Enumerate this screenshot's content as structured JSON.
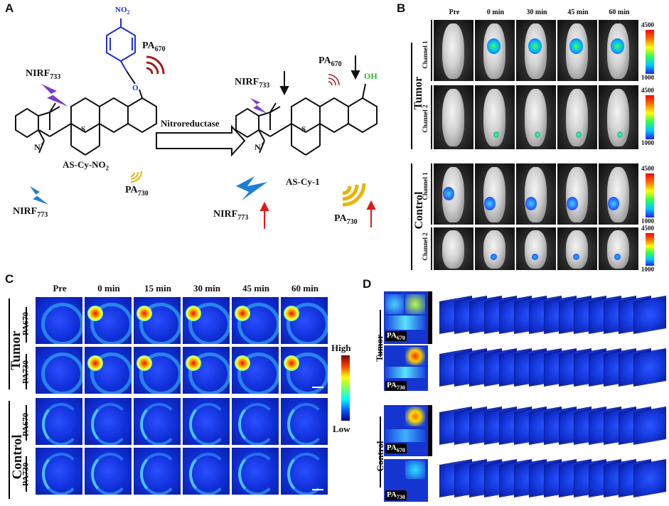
{
  "panels": {
    "a": "A",
    "b": "B",
    "c": "C",
    "d": "D"
  },
  "panel_a": {
    "substituent_top": "NO",
    "substituent_sub": "2",
    "pa670_left_main": "PA",
    "pa670_left_sub": "670",
    "nirf733_left_main": "NIRF",
    "nirf733_left_sub": "733",
    "compound_left": "AS-Cy-NO",
    "compound_left_sub": "2",
    "pa730_left_main": "PA",
    "pa730_left_sub": "730",
    "nirf773_left_main": "NIRF",
    "nirf773_left_sub": "773",
    "arrow_label": "Nitroreductase",
    "nirf733_right_main": "NIRF",
    "nirf733_right_sub": "733",
    "pa670_right_main": "PA",
    "pa670_right_sub": "670",
    "oh": "OH",
    "compound_right": "AS-Cy-1",
    "nirf773_right_main": "NIRF",
    "nirf773_right_sub": "773",
    "pa730_right_main": "PA",
    "pa730_right_sub": "730",
    "s_left": "S",
    "s_right": "S",
    "n_left": "N",
    "n_right": "N",
    "o_left": "O",
    "plus": "+",
    "colors": {
      "nitro_blue": "#1f2fd0",
      "pa670_red": "#a51b1b",
      "pa730_gold": "#e8b400",
      "nirf_purple": "#7a3fc4",
      "nirf_blue": "#1b7fd6",
      "oh_green": "#27b327",
      "arrow_red": "#e01818"
    }
  },
  "panel_b": {
    "time_points": [
      "Pre",
      "0 min",
      "30 min",
      "45 min",
      "60 min"
    ],
    "group_tumor": "Tumor",
    "group_control": "Control",
    "channel_1": "Channel 1",
    "channel_2": "Channel 2",
    "scale_max": "4500",
    "scale_min": "1000"
  },
  "panel_c": {
    "time_points": [
      "Pre",
      "0 min",
      "15 min",
      "30 min",
      "45 min",
      "60 min"
    ],
    "group_tumor": "Tumor",
    "group_control": "Control",
    "pa670": "PA670",
    "pa730": "PA730",
    "scale_high": "High",
    "scale_low": "Low"
  },
  "panel_d": {
    "group_tumor": "Tumor",
    "group_control": "Control",
    "pa670_main": "PA",
    "pa670_sub": "670",
    "pa730_main": "PA",
    "pa730_sub": "730"
  }
}
